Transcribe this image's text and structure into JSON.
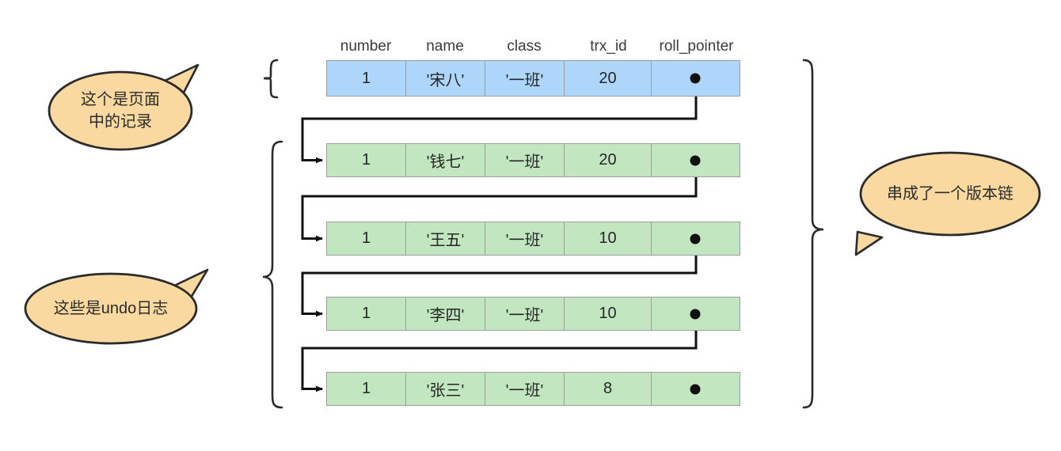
{
  "diagram": {
    "title_hidden": "",
    "table": {
      "columns": [
        "number",
        "name",
        "class",
        "trx_id",
        "roll_pointer"
      ],
      "rows": [
        {
          "kind": "page-record",
          "color": "#aed6fb",
          "number": "1",
          "name": "'宋八'",
          "class": "'一班'",
          "trx_id": "20",
          "roll_pointer": "pointer-dot",
          "has_outgoing_link": true
        },
        {
          "kind": "undo-log",
          "color": "#c2e6c0",
          "number": "1",
          "name": "'钱七'",
          "class": "'一班'",
          "trx_id": "20",
          "roll_pointer": "pointer-dot",
          "has_outgoing_link": true
        },
        {
          "kind": "undo-log",
          "color": "#c2e6c0",
          "number": "1",
          "name": "'王五'",
          "class": "'一班'",
          "trx_id": "10",
          "roll_pointer": "pointer-dot",
          "has_outgoing_link": true
        },
        {
          "kind": "undo-log",
          "color": "#c2e6c0",
          "number": "1",
          "name": "'李四'",
          "class": "'一班'",
          "trx_id": "10",
          "roll_pointer": "pointer-dot",
          "has_outgoing_link": true
        },
        {
          "kind": "undo-log",
          "color": "#c2e6c0",
          "number": "1",
          "name": "'张三'",
          "class": "'一班'",
          "trx_id": "8",
          "roll_pointer": "pointer-dot",
          "has_outgoing_link": false
        }
      ]
    },
    "callouts": {
      "page_record": "这个是页面\n中的记录",
      "undo_logs": "这些是undo日志",
      "version_chain": "串成了一个版本链"
    },
    "colors": {
      "page_record_fill": "#aed6fb",
      "undo_log_fill": "#c2e6c0",
      "callout_fill": "#fad9a0",
      "callout_stroke": "#2b2b2b",
      "cell_border": "#9e9e9e",
      "link_line": "#111111"
    },
    "braces": {
      "left_top_label": "page-record-brace",
      "left_bottom_label": "undo-log-brace",
      "right_label": "version-chain-brace"
    }
  }
}
